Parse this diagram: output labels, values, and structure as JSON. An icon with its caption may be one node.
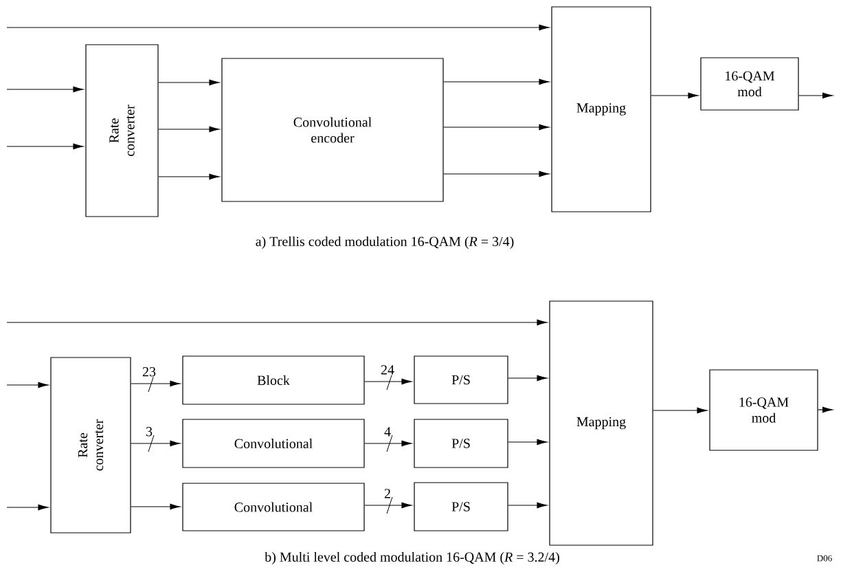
{
  "diagram": {
    "nodes": [
      {
        "text": [
          "Rate converter"
        ]
      },
      {
        "text": [
          "Convolutional encoder"
        ]
      },
      {
        "text": [
          "Mapping"
        ]
      },
      {
        "text": [
          "16-QAM mod"
        ]
      },
      {
        "text": [
          "Rate converter"
        ]
      },
      {
        "text": [
          "Block"
        ]
      },
      {
        "text": [
          "Convolutional"
        ]
      },
      {
        "text": [
          "Convolutional"
        ]
      },
      {
        "text": [
          "P/S"
        ]
      },
      {
        "text": [
          "P/S"
        ]
      },
      {
        "text": [
          "P/S"
        ]
      },
      {
        "text": [
          "Mapping"
        ]
      },
      {
        "text": [
          "16-QAM mod"
        ]
      }
    ],
    "edges": [
      {
        "from": null,
        "to": 2,
        "arrow": "to"
      },
      {
        "from": null,
        "to": 0,
        "arrow": "to"
      },
      {
        "from": null,
        "to": 0,
        "arrow": "to"
      },
      {
        "from": 0,
        "to": 1,
        "arrow": "to"
      },
      {
        "from": 0,
        "to": 1,
        "arrow": "to"
      },
      {
        "from": 0,
        "to": 1,
        "arrow": "to"
      },
      {
        "from": 1,
        "to": 2,
        "arrow": "to"
      },
      {
        "from": 1,
        "to": 2,
        "arrow": "to"
      },
      {
        "from": 1,
        "to": 2,
        "arrow": "to"
      },
      {
        "from": 2,
        "to": 3,
        "arrow": "to"
      },
      {
        "from": 3,
        "to": null,
        "arrow": "to"
      },
      {
        "from": null,
        "to": 11,
        "arrow": "to"
      },
      {
        "from": null,
        "to": 4,
        "arrow": "to"
      },
      {
        "from": null,
        "to": 4,
        "arrow": "to"
      },
      {
        "from": 4,
        "to": 5,
        "arrow": "to",
        "label": "23"
      },
      {
        "from": 4,
        "to": 6,
        "arrow": "to",
        "label": "3"
      },
      {
        "from": 4,
        "to": 7,
        "arrow": "to"
      },
      {
        "from": 5,
        "to": 8,
        "arrow": "to",
        "label": "24"
      },
      {
        "from": 6,
        "to": 9,
        "arrow": "to",
        "label": "4"
      },
      {
        "from": 7,
        "to": 10,
        "arrow": "to",
        "label": "2"
      },
      {
        "from": 8,
        "to": 11,
        "arrow": "to"
      },
      {
        "from": 9,
        "to": 11,
        "arrow": "to"
      },
      {
        "from": 10,
        "to": 11,
        "arrow": "to"
      },
      {
        "from": 11,
        "to": 12,
        "arrow": "to"
      },
      {
        "from": 12,
        "to": null,
        "arrow": "to"
      }
    ],
    "labels": [
      "a) Trellis coded modulation 16-QAM (*R* = 3/4)",
      "b) Multi level coded modulation 16-QAM (*R* = 3.2/4)",
      "D06"
    ]
  }
}
